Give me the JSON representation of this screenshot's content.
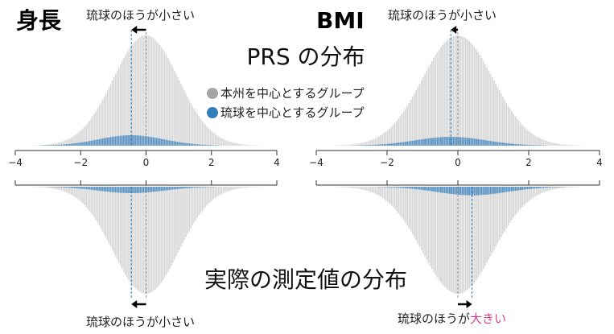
{
  "colors": {
    "honshu": "#d9d9d9",
    "ryukyu": "#5b93c3",
    "legend_honshu": "#a6a6a6",
    "legend_ryukyu": "#2f7fb8",
    "highlight": "#d63f8c"
  },
  "labels": {
    "prs_title": "PRS の分布",
    "measured_title": "実際の測定値の分布"
  },
  "legend": [
    {
      "label": "本州を中心とするグループ"
    },
    {
      "label": "琉球を中心とするグループ"
    }
  ],
  "chart_data": {
    "type": "bar",
    "xlim": [
      -4,
      4
    ],
    "xticks": [
      "−4",
      "−2",
      "0",
      "2",
      "4"
    ],
    "panels": [
      {
        "title": "身長",
        "top_note": "琉球のほうが小さい",
        "bottom_note": "琉球のほうが小さい",
        "bottom_note_highlight": "",
        "prs": {
          "honshu": {
            "mean": 0,
            "sd": 1,
            "scale": 1
          },
          "ryukyu": {
            "mean": -0.45,
            "sd": 1,
            "scale": 0.095
          }
        },
        "measured": {
          "honshu": {
            "mean": 0,
            "sd": 1,
            "scale": 1
          },
          "ryukyu": {
            "mean": -0.45,
            "sd": 1,
            "scale": 0.06
          }
        }
      },
      {
        "title": "BMI",
        "top_note": "琉球のほうが小さい",
        "bottom_note": "琉球のほうが",
        "bottom_note_highlight": "大きい",
        "prs": {
          "honshu": {
            "mean": 0,
            "sd": 1,
            "scale": 1
          },
          "ryukyu": {
            "mean": -0.2,
            "sd": 1,
            "scale": 0.08
          }
        },
        "measured": {
          "honshu": {
            "mean": 0,
            "sd": 1,
            "scale": 1
          },
          "ryukyu": {
            "mean": 0.4,
            "sd": 1,
            "scale": 0.08
          }
        }
      }
    ]
  }
}
